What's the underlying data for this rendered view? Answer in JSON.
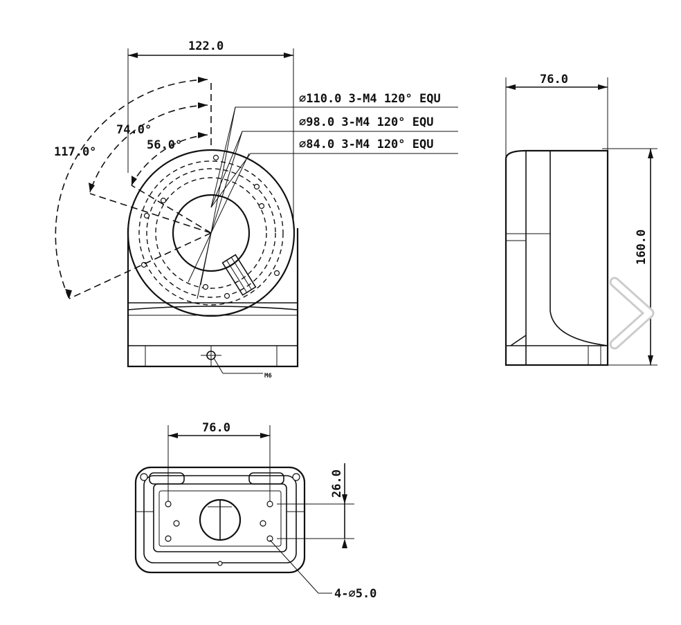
{
  "front_view": {
    "width_label": "122.0",
    "angle_outer_label": "117.0°",
    "angle_middle_label": "74.0°",
    "angle_inner_label": "56.0°",
    "callout_110": "∅110.0 3-M4 120° EQU",
    "callout_98": "∅98.0 3-M4 120° EQU",
    "callout_84": "∅84.0 3-M4 120° EQU",
    "screw_label": "M6"
  },
  "side_view": {
    "depth_label": "76.0",
    "height_label": "160.0"
  },
  "bottom_view": {
    "hole_spacing_label": "76.0",
    "offset_label": "26.0",
    "holes_label": "4-∅5.0"
  },
  "overlay": {
    "next_icon": "chevron-right-icon"
  }
}
